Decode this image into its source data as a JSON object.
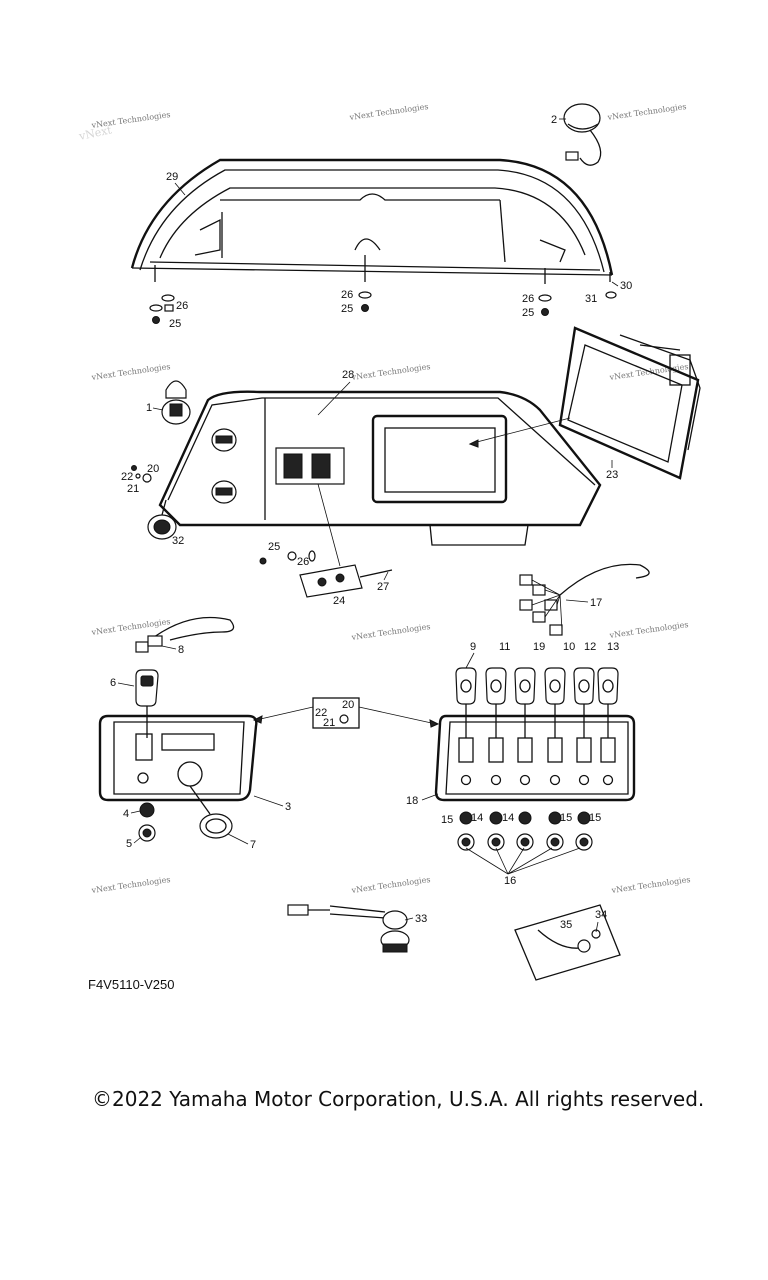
{
  "watermark": {
    "text": "vNext Technologies"
  },
  "diagram_code": "F4V5110-V250",
  "copyright": "©2022 Yamaha Motor Corporation, U.S.A. All rights reserved.",
  "callouts": {
    "c1": "1",
    "c2": "2",
    "c3": "3",
    "c4": "4",
    "c5": "5",
    "c6": "6",
    "c7": "7",
    "c8": "8",
    "c9": "9",
    "c10": "10",
    "c11": "11",
    "c12": "12",
    "c13": "13",
    "c14a": "14",
    "c14b": "14",
    "c15a": "15",
    "c15b": "15",
    "c15c": "15",
    "c16": "16",
    "c17": "17",
    "c18": "18",
    "c19": "19",
    "c20a": "20",
    "c20b": "20",
    "c21a": "21",
    "c21b": "21",
    "c22a": "22",
    "c22b": "22",
    "c23": "23",
    "c24": "24",
    "c25a": "25",
    "c25b": "25",
    "c25c": "25",
    "c25d": "25",
    "c26a": "26",
    "c26b": "26",
    "c26c": "26",
    "c26d": "26",
    "c27": "27",
    "c28": "28",
    "c29": "29",
    "c30": "30",
    "c31": "31",
    "c32": "32",
    "c33": "33",
    "c34": "34",
    "c35": "35"
  }
}
